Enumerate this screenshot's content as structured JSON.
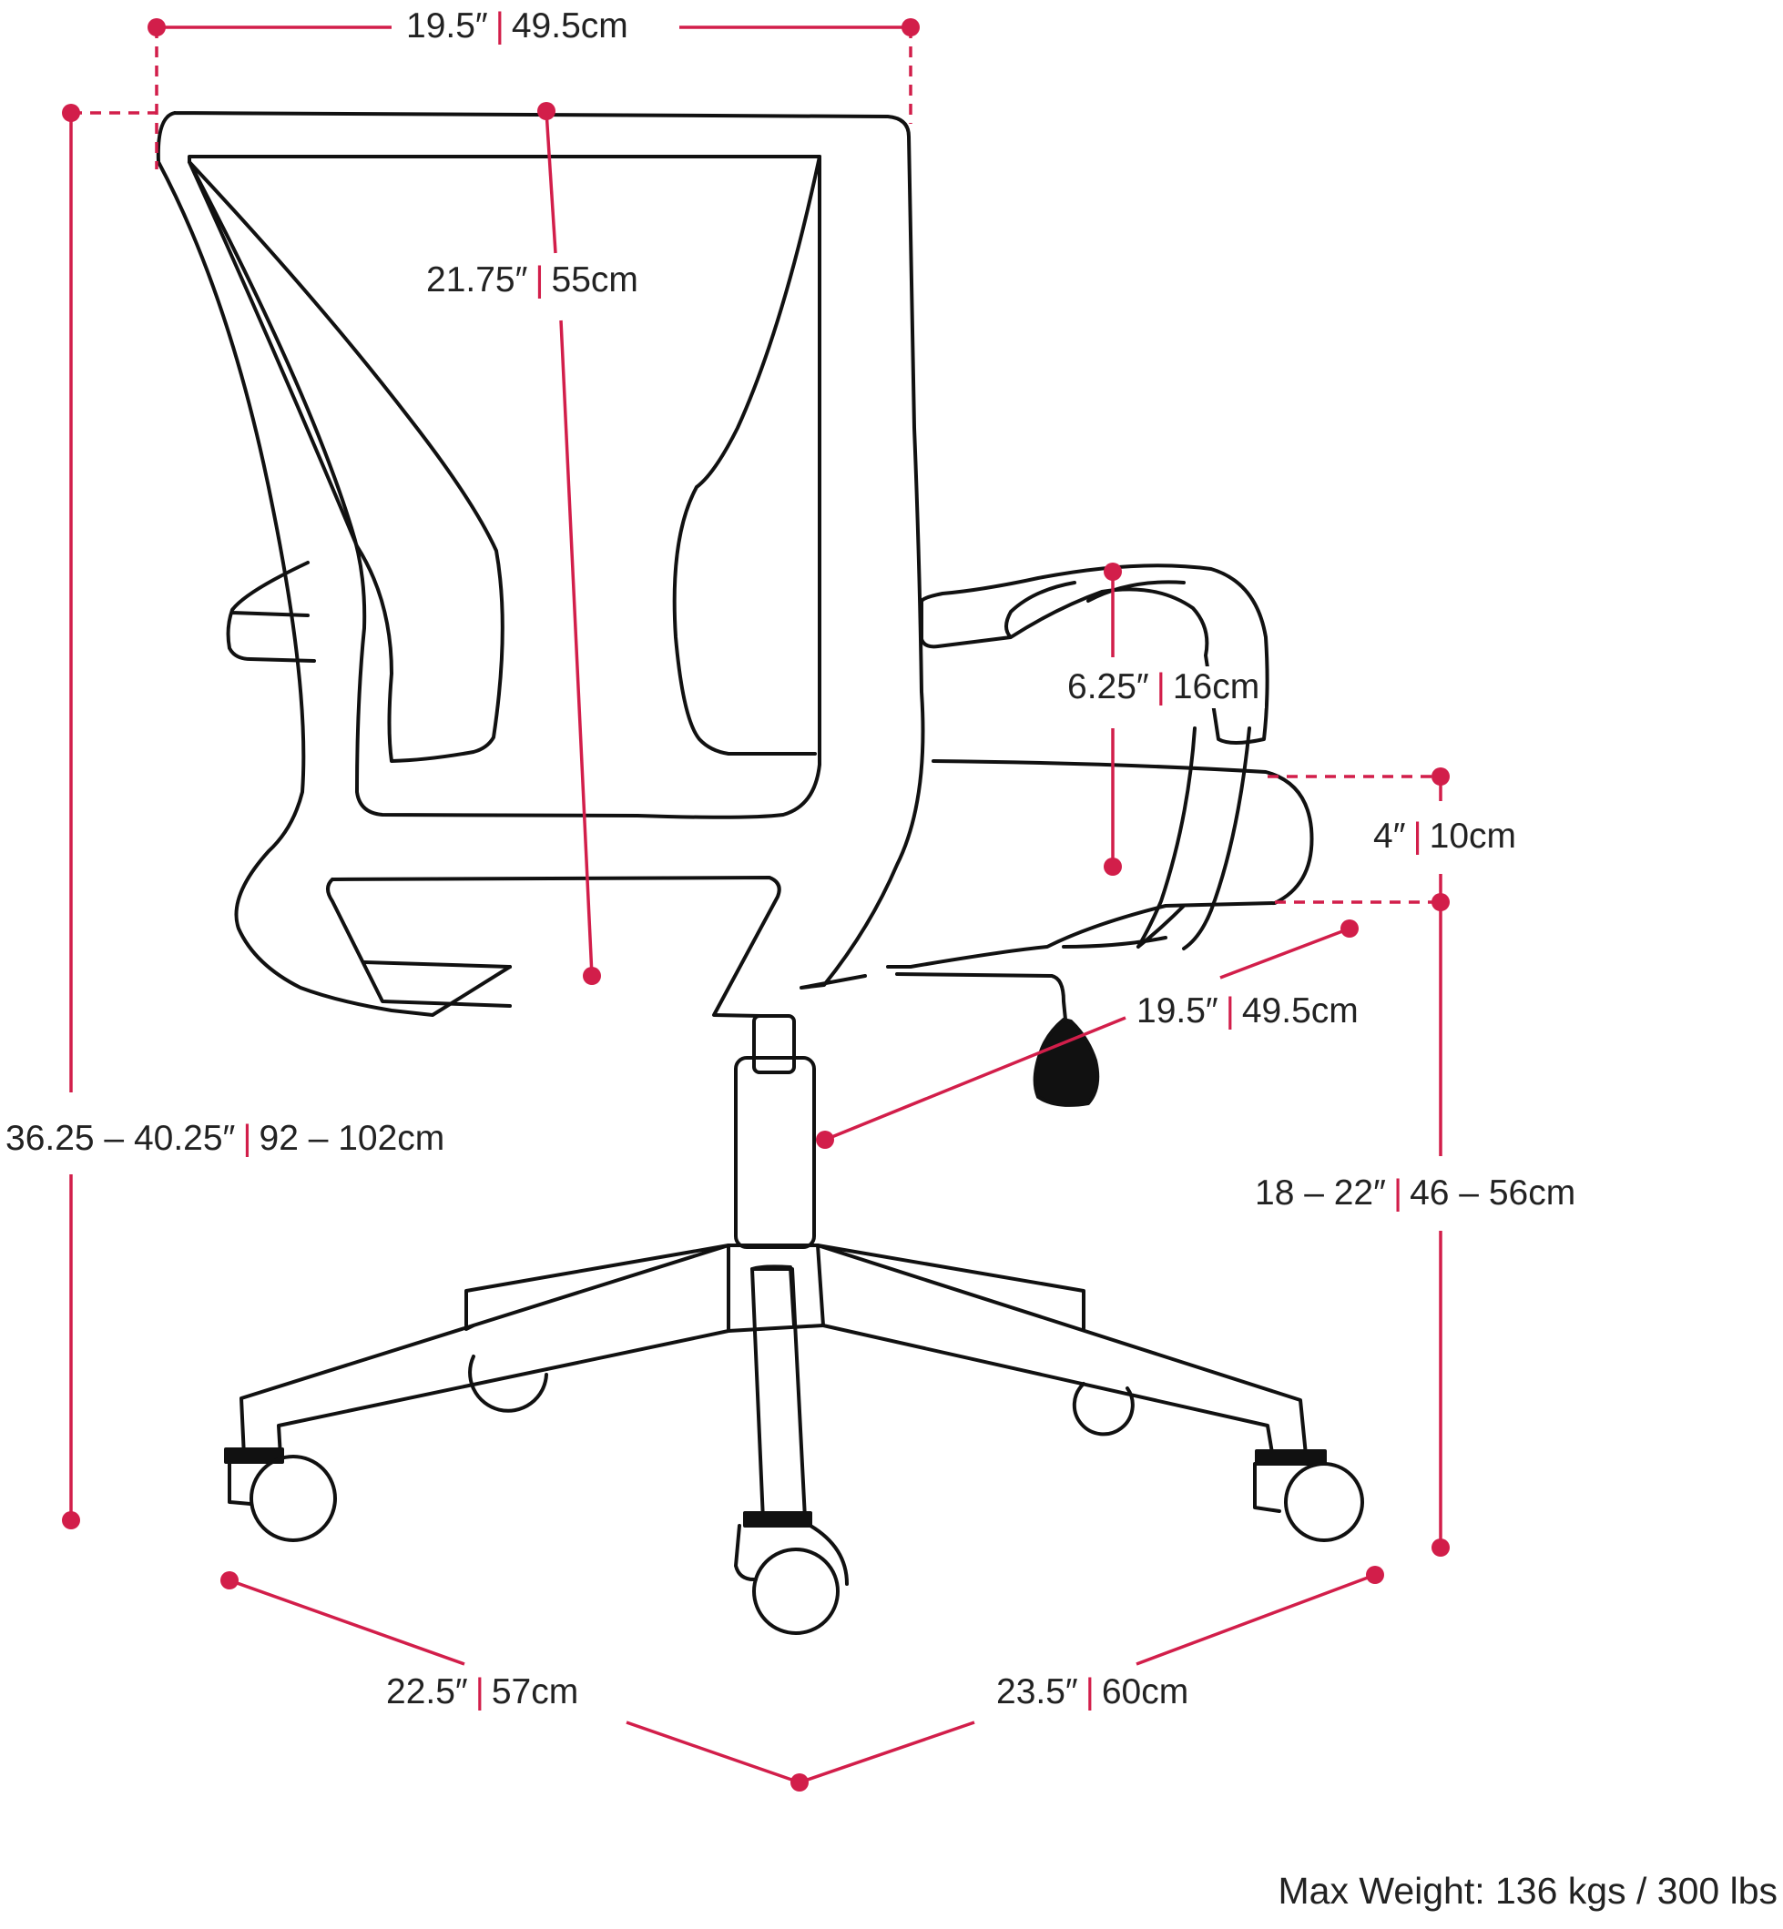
{
  "colors": {
    "accent": "#d21e4a",
    "line": "#111111",
    "text": "#222222",
    "background": "#ffffff"
  },
  "dimensions": {
    "top_width": {
      "imperial": "19.5″",
      "metric": "49.5cm"
    },
    "back_height": {
      "imperial": "21.75″",
      "metric": "55cm"
    },
    "arm_height": {
      "imperial": "6.25″",
      "metric": "16cm"
    },
    "seat_thickness": {
      "imperial": "4″",
      "metric": "10cm"
    },
    "seat_depth": {
      "imperial": "19.5″",
      "metric": "49.5cm"
    },
    "overall_height": {
      "imperial": "36.25 – 40.25″",
      "metric": "92 – 102cm"
    },
    "seat_height": {
      "imperial": "18 – 22″",
      "metric": "46 – 56cm"
    },
    "base_width": {
      "imperial": "22.5″",
      "metric": "57cm"
    },
    "base_depth": {
      "imperial": "23.5″",
      "metric": "60cm"
    }
  },
  "footer": {
    "max_weight": "Max Weight: 136 kgs / 300 lbs"
  }
}
